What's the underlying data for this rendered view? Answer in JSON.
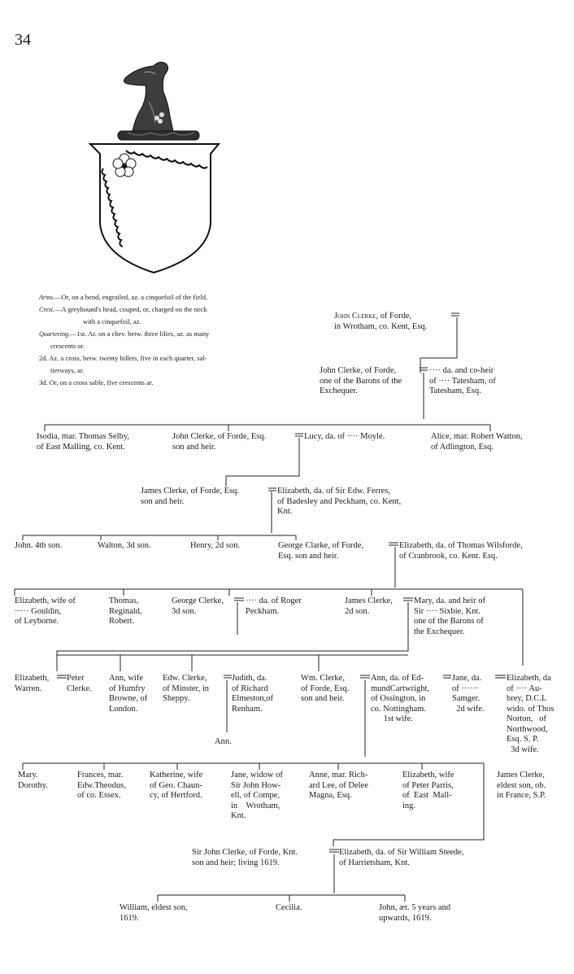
{
  "page_number": "34",
  "arms": [
    {
      "label": "Arms.",
      "text": "—Or, on a bend, engrailed, az. a cinquefoil of the field."
    },
    {
      "label": "Crest.",
      "text": "—A greyhound's head, couped, or, charged on the neck"
    },
    {
      "label": "",
      "text": "with a cinquefoil, az."
    },
    {
      "label": "Quartering.",
      "text": "—1st. Ar. on a chev. betw. three lilies, az. as many"
    },
    {
      "label": "",
      "text": "crescents or."
    },
    {
      "label": "",
      "text": "2d. Az. a cross, betw. twenty billets, five in each quarter, sal-"
    },
    {
      "label": "",
      "text": "tierways, ar."
    },
    {
      "label": "",
      "text": "3d. Or, on a cross sable, five crescents ar."
    }
  ],
  "tree": {
    "gen1": {
      "name": "John Clerke",
      "text": ", of Forde,",
      "line2": "in Wrotham, co. Kent, Esq."
    },
    "gen2": {
      "husband": "John Clerke, of Forde,\none of the Barons of the\nExchequer.",
      "wife": "···· da. and co-heir\nof ···· Tatesham, of\nTatesham, Esq."
    },
    "gen3": {
      "isodia": "Isodia, mar. Thomas Selby,\nof East Malling, co. Kent.",
      "john": "John Clerke, of Forde, Esq.",
      "john2": "son and heir.",
      "lucy": "Lucy, da. of ···· Moyle.",
      "alice": "Alice, mar. Robert Watton,\nof Adlington, Esq."
    },
    "gen4": {
      "james": "James Clerke, of Forde, Esq.\nson and heir.",
      "elizabeth": "Elizabeth, da. of Sir Edw. Ferres,\nof Badesley and Peckham, co. Kent,\nKnt."
    },
    "gen5": {
      "john": "John. 4th son.",
      "walton": "Walton, 3d son.",
      "henry": "Henry, 2d son.",
      "george": "George Clarke, of Forde,\nEsq. son and heir.",
      "elizabeth": "Elizabeth, da. of Thomas Wilsforde,\nof Cranbrook, co. Kent. Esq."
    },
    "gen6": {
      "elizabeth": "Elizabeth, wife of\n····· Gouldin,\nof Leyborne.",
      "thomas": "Thomas,\nReginald,\nRobert.",
      "george": "George Clerke,\n3d son.",
      "george_wife": "···· da. of Roger\nPeckham.",
      "james": "James Clerke,\n2d son.",
      "mary": "Mary, da. and heir of\nSir ···· Sixbie, Knt.\none of the Barons of\nthe Exchequer."
    },
    "gen7": {
      "elizabeth": "Elizabeth,\nWarren.",
      "peter": "Peter\nClerke.",
      "ann": "Ann, wife\nof Humfry\nBrowne, of\nLondon.",
      "edw": "Edw. Clerke,\nof Minster, in\nSheppy.",
      "judith": "Judith, da.\nof Richard\nElmeston,of\nRenham.",
      "ann2": "Ann.",
      "wm": "Wm. Clerke,\nof Forde, Esq.\nson and heir.",
      "ann_ed": "Ann, da. of Ed-\nmundCartwright,\nof Ossington, in\nco. Nottingham.\n      1st wife.",
      "jane": "Jane, da.\nof ······\nSamger.\n  2d wife.",
      "elizabeth_au": "Elizabeth, da\nof ···· Au-\nbrey, D.C.L\nwido. of Thos\nNorton,   of\nNorthwood,\nEsq. S. P.\n  3d wife."
    },
    "gen8": {
      "mary": "Mary.\nDorothy.",
      "frances": "Frances, mar.\nEdw.Theodus,\nof co. Essex.",
      "katherine": "Katherine, wife\nof Geo. Chaun-\ncy, of Hertford.",
      "jane": "Jane, widow of\nSir John How-\nell, of Compe,\nin    Wrotham,\nKnt.",
      "anne": "Anne, mar. Rich-\nard Lee, of Delee\nMagna, Esq.",
      "elizabeth": "Elizabeth, wife\nof Peter Parris,\nof  East  Mall-\ning.",
      "james": "James Clerke,\neldest son, ob.\nin France, S.P."
    },
    "gen9": {
      "john": "Sir John Clerke, of Forde, Knt.\nson and heir; living 1619.",
      "elizabeth": "Elizabeth, da. of Sir William Steede,\nof Harrietsham, Knt."
    },
    "gen10": {
      "william": "William, eldest son,\n1619.",
      "cecilia": "Cecilia.",
      "john": "John, æt. 5 years and\nupwards, 1619."
    }
  }
}
